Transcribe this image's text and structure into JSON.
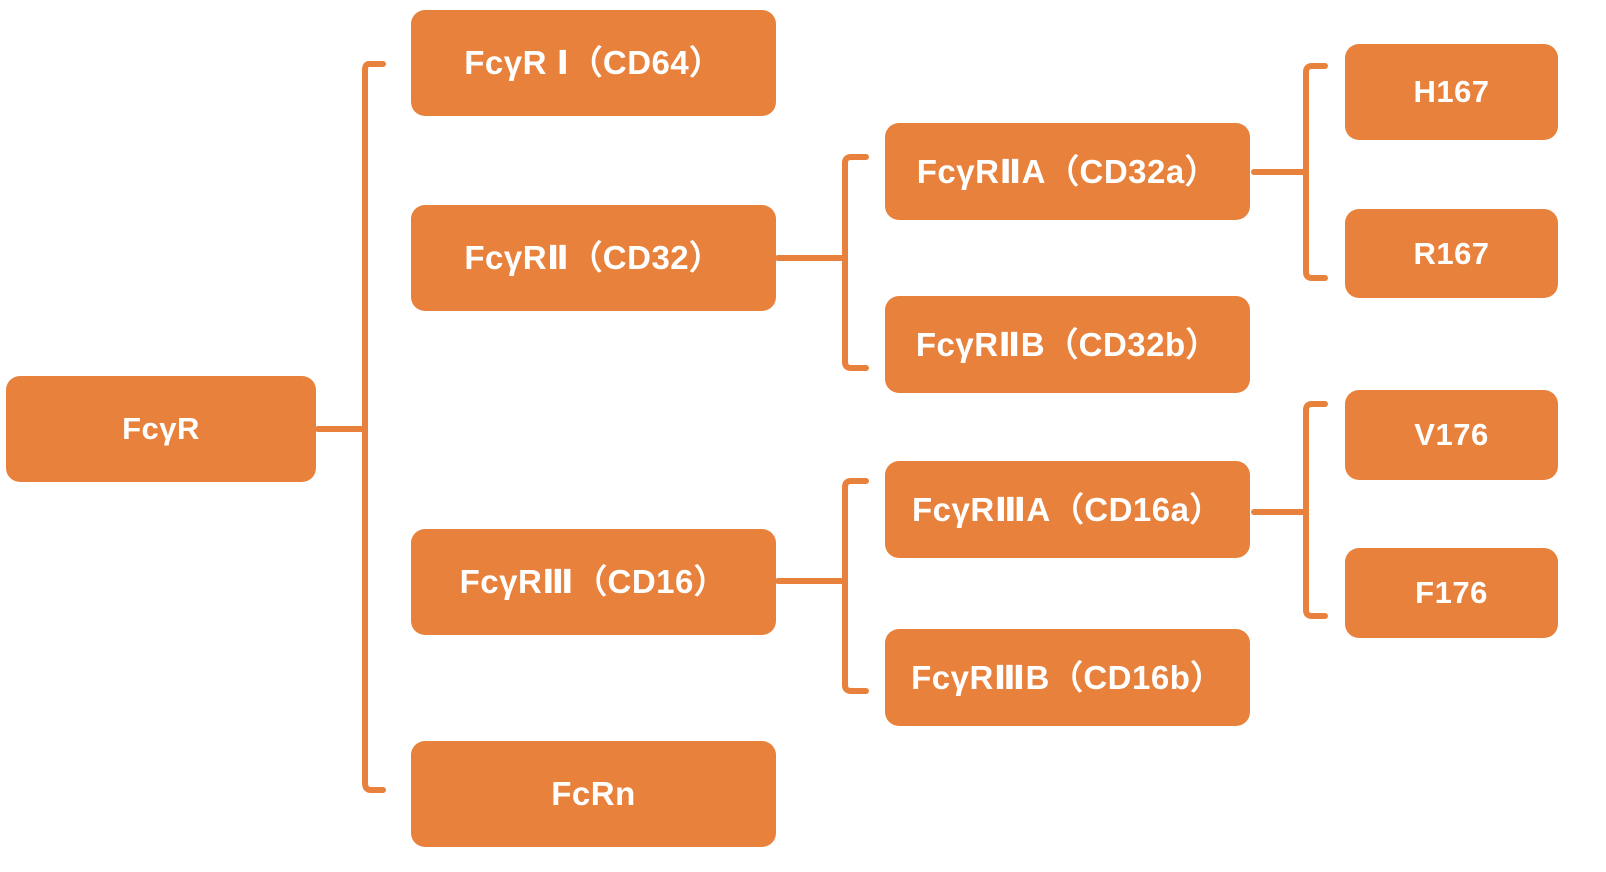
{
  "diagram": {
    "title": "FcγR receptor family tree",
    "accent_color": "#E8813C",
    "label_color": "#FFFFFF",
    "background_color": "#FFFFFF"
  },
  "nodes": {
    "root": {
      "label": "FcγR"
    },
    "level2": [
      {
        "label": "FcγR Ⅰ（CD64）"
      },
      {
        "label": "FcγRⅡ（CD32）"
      },
      {
        "label": "FcγRⅢ（CD16）"
      },
      {
        "label": "FcRn"
      }
    ],
    "level3": [
      {
        "label": "FcγRⅡA（CD32a）"
      },
      {
        "label": "FcγRⅡB（CD32b）"
      },
      {
        "label": "FcγRⅢA（CD16a）"
      },
      {
        "label": "FcγRⅢB（CD16b）"
      }
    ],
    "level4": [
      {
        "label": "H167"
      },
      {
        "label": "R167"
      },
      {
        "label": "V176"
      },
      {
        "label": "F176"
      }
    ]
  },
  "connectors": [
    {
      "name": "root-bracket",
      "from": "FcγR",
      "to": [
        "FcγR Ⅰ（CD64）",
        "FcγRⅡ（CD32）",
        "FcγRⅢ（CD16）",
        "FcRn"
      ]
    },
    {
      "name": "cd32-bracket",
      "from": "FcγRⅡ（CD32）",
      "to": [
        "FcγRⅡA（CD32a）",
        "FcγRⅡB（CD32b）"
      ]
    },
    {
      "name": "cd16-bracket",
      "from": "FcγRⅢ（CD16）",
      "to": [
        "FcγRⅢA（CD16a）",
        "FcγRⅢB（CD16b）"
      ]
    },
    {
      "name": "cd32a-bracket",
      "from": "FcγRⅡA（CD32a）",
      "to": [
        "H167",
        "R167"
      ]
    },
    {
      "name": "cd16a-bracket",
      "from": "FcγRⅢA（CD16a）",
      "to": [
        "V176",
        "F176"
      ]
    }
  ]
}
